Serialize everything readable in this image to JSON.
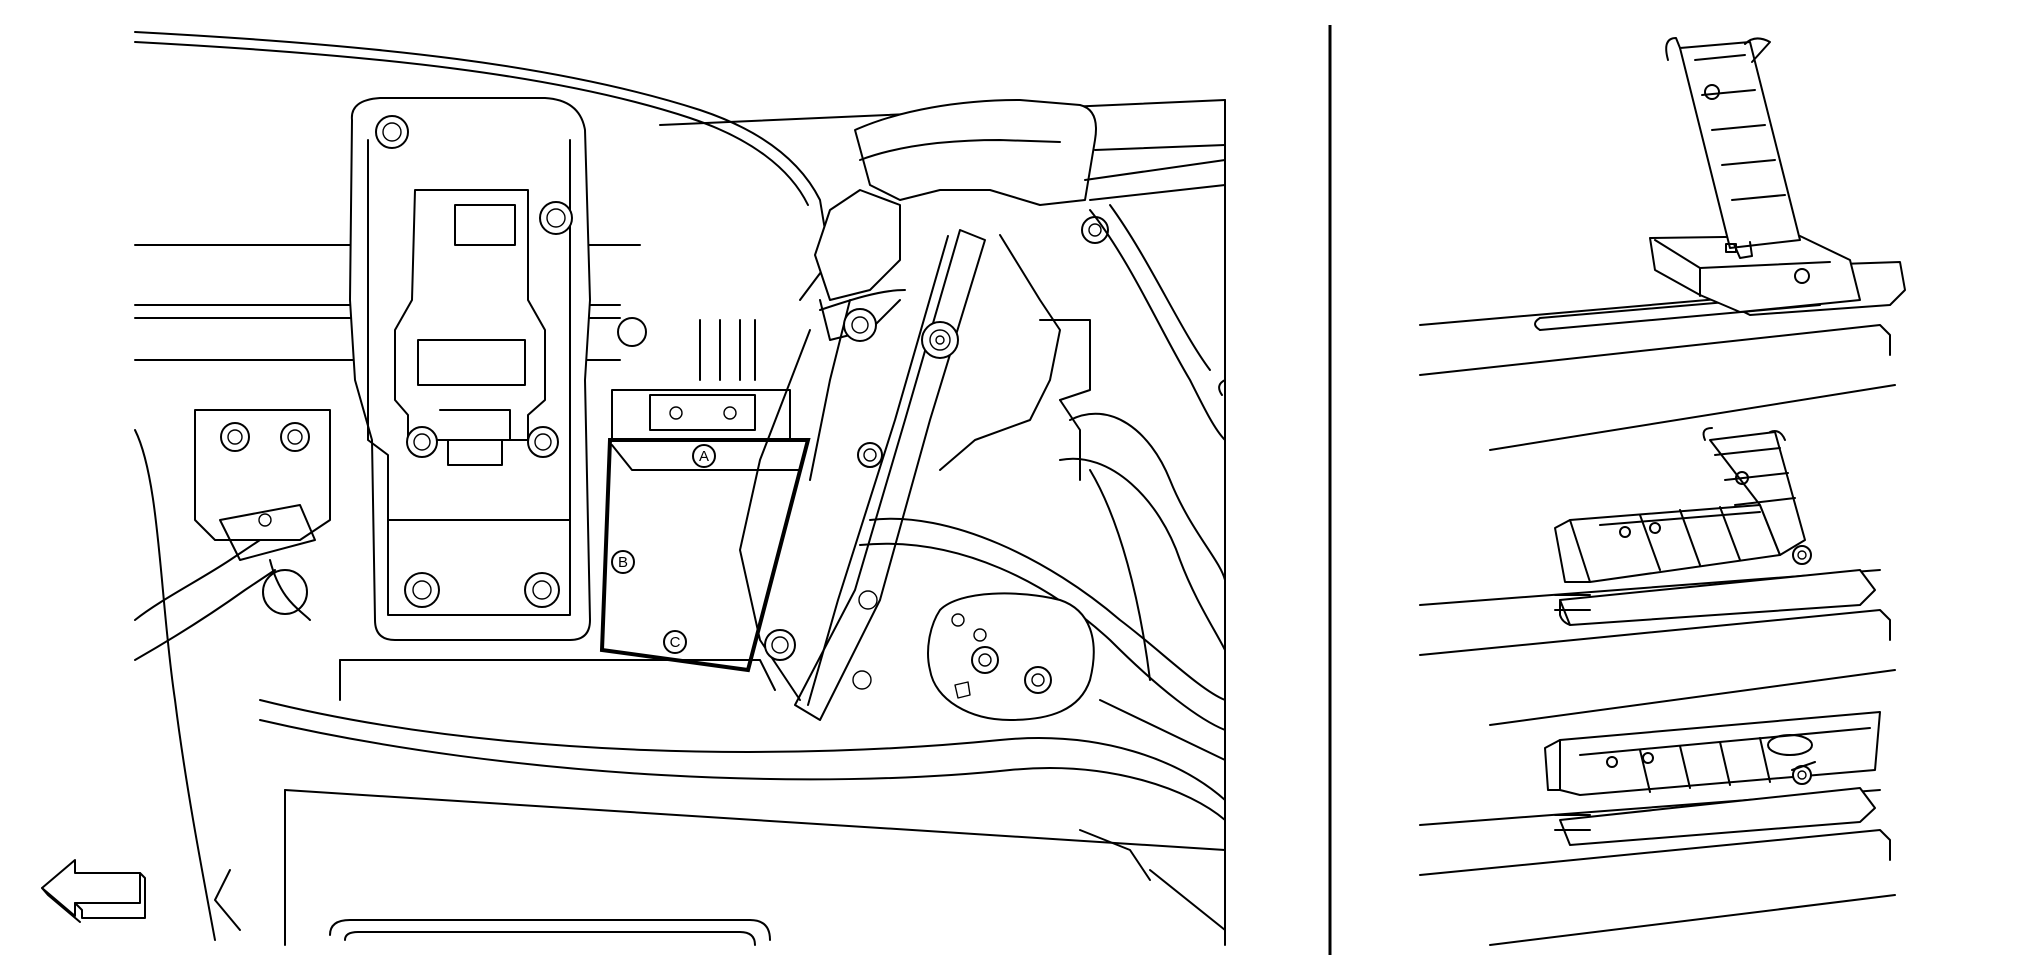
{
  "diagram": {
    "callouts": [
      {
        "id": "a",
        "label": "A"
      },
      {
        "id": "b",
        "label": "B"
      },
      {
        "id": "c",
        "label": "C"
      }
    ],
    "icons": {
      "direction_arrow": "left-arrow-icon"
    },
    "colors": {
      "line": "#000000",
      "background": "#ffffff"
    }
  }
}
